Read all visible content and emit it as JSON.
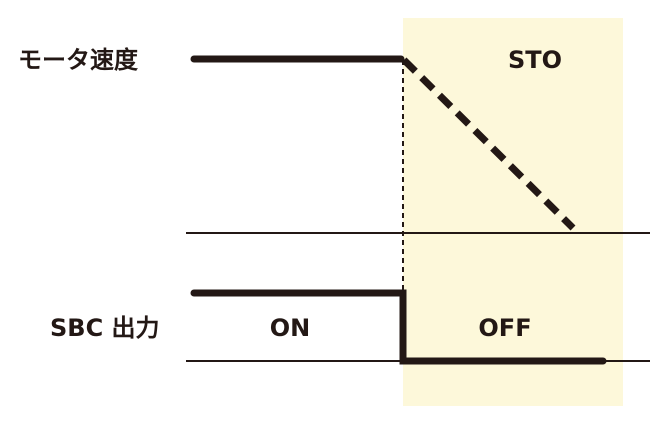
{
  "diagram": {
    "colors": {
      "background": "#ffffff",
      "sto_zone": "#fdf8da",
      "stroke": "#231815"
    },
    "labels": {
      "motor_speed": "モータ速度",
      "sbc_output": "SBC 出力",
      "sto": "STO",
      "on": "ON",
      "off": "OFF"
    }
  }
}
